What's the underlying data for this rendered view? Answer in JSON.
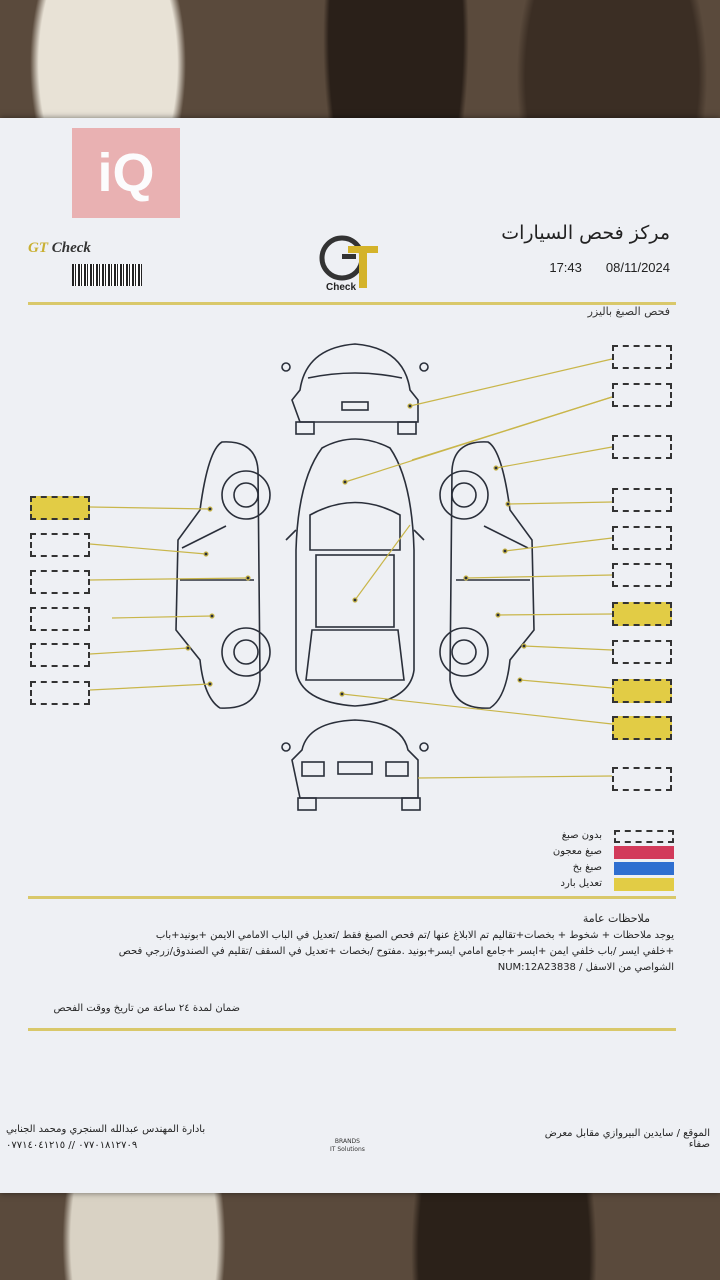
{
  "watermark": "iQ",
  "header": {
    "brand_left": "GT Check",
    "brand_left_gt": "GT",
    "brand_left_rest": " Check",
    "logo_text": "Check",
    "center_name": "مركز فحص السيارات",
    "date": "08/11/2024",
    "time": "17:43",
    "subtitle": "فحص الصبغ باليزر"
  },
  "legend": [
    {
      "label": "بدون صبغ",
      "color": "none"
    },
    {
      "label": "صبغ معجون",
      "color": "#d23a5a"
    },
    {
      "label": "صبغ بخ",
      "color": "#2f6fd0"
    },
    {
      "label": "تعديل بارد",
      "color": "#e2cc45"
    }
  ],
  "notes": {
    "heading": "ملاحظات عامة",
    "line1": "يوجد ملاحظات + شخوط + بخصات+تقاليم تم الابلاغ عنها /تم فحص الصبغ فقط /تعديل في الباب الامامي الايمن +بونيد+باب",
    "line2": "+خلفي ايسر /باب خلفي ايمن +ايسر +جامع امامي ايسر+بونيد .مفتوح /بخصات +تعديل في السقف /تقليم في الصندوق/زرجي فحص",
    "line3": "الشواصي من الاسفل / NUM:12A23838"
  },
  "warranty": "ضمان لمدة ٢٤ ساعة من تاريخ ووقت الفحص",
  "footer": {
    "management": "بادارة المهندس عبدالله السنجري ومحمد الجنابي",
    "phones": "٠٧٧٠١٨١٢٧٠٩ // ٠٧٧١٤٠٤١٢١٥",
    "location": "الموقع / سايدين البيروازي مقابل معرض صفاء",
    "brand_line1": "BRANDS",
    "brand_line2": "IT Solutions"
  },
  "colors": {
    "accent": "#d9c86a",
    "fill_yellow": "#e2cc45"
  }
}
